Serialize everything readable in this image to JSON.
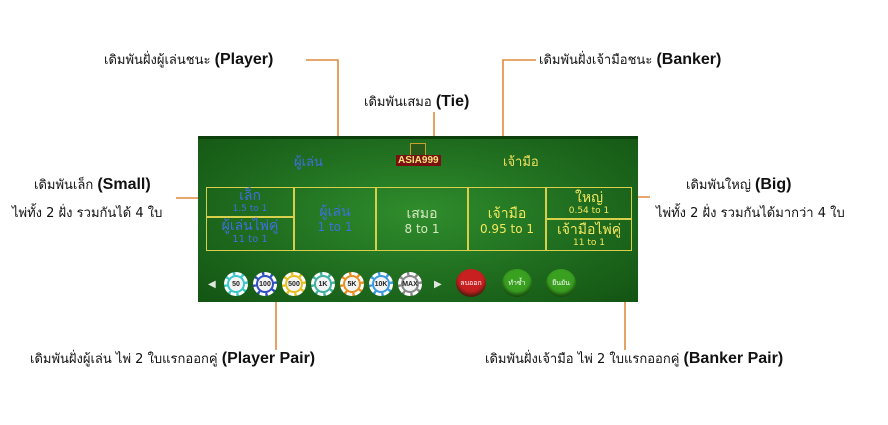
{
  "annotations": {
    "player": {
      "thai": "เดิมพันฝั่งผู้เล่นชนะ",
      "en": "(Player)"
    },
    "tie": {
      "thai": "เดิมพันเสมอ",
      "en": "(Tie)"
    },
    "banker": {
      "thai": "เดิมพันฝั่งเจ้ามือชนะ",
      "en": "(Banker)"
    },
    "small": {
      "thai": "เดิมพันเล็ก",
      "en": "(Small)",
      "note": "ไพ่ทั้ง 2 ฝั่ง รวมกันได้ 4 ใบ"
    },
    "big": {
      "thai": "เดิมพันใหญ่",
      "en": "(Big)",
      "note": "ไพ่ทั้ง 2 ฝั่ง รวมกันได้มากว่า 4 ใบ"
    },
    "player_pair": {
      "thai": "เดิมพันฝั่งผู้เล่น ไพ่ 2 ใบแรกออกคู่",
      "en": "(Player Pair)"
    },
    "banker_pair": {
      "thai": "เดิมพันฝั่งเจ้ามือ ไพ่ 2 ใบแรกออกคู่",
      "en": "(Banker Pair)"
    }
  },
  "board": {
    "header_player": "ผู้เล่น",
    "header_banker": "เจ้ามือ",
    "logo_text": "ASIA999",
    "cells": {
      "small": {
        "name": "เล็ก",
        "odds": "1.5 to 1"
      },
      "player_pair": {
        "name": "ผู้เล่นไพ่คู่",
        "odds": "11 to 1"
      },
      "player": {
        "name": "ผู้เล่น",
        "odds": "1 to 1"
      },
      "tie": {
        "name": "เสมอ",
        "odds": "8 to 1"
      },
      "banker": {
        "name": "เจ้ามือ",
        "odds": "0.95 to 1"
      },
      "big": {
        "name": "ใหญ่",
        "odds": "0.54 to 1"
      },
      "banker_pair": {
        "name": "เจ้ามือไพ่คู่",
        "odds": "11 to 1"
      }
    },
    "chips": [
      "50",
      "100",
      "500",
      "1K",
      "5K",
      "10K",
      "MAX"
    ],
    "chip_colors": [
      "#3cc8c8",
      "#3050c0",
      "#e8c020",
      "#40b0a0",
      "#e89020",
      "#3a9ae0",
      "#888888"
    ],
    "buttons": [
      "ลบออก",
      "ทำซ้ำ",
      "ยืนยัน"
    ],
    "button_colors": [
      "#c82020",
      "#3aa020",
      "#3aa020"
    ],
    "colors": {
      "player_blue": "#3e6fe0",
      "banker_yellow": "#f3e85f",
      "line_orange": "#e08a3c",
      "board_green": "#2f8d2c"
    }
  }
}
